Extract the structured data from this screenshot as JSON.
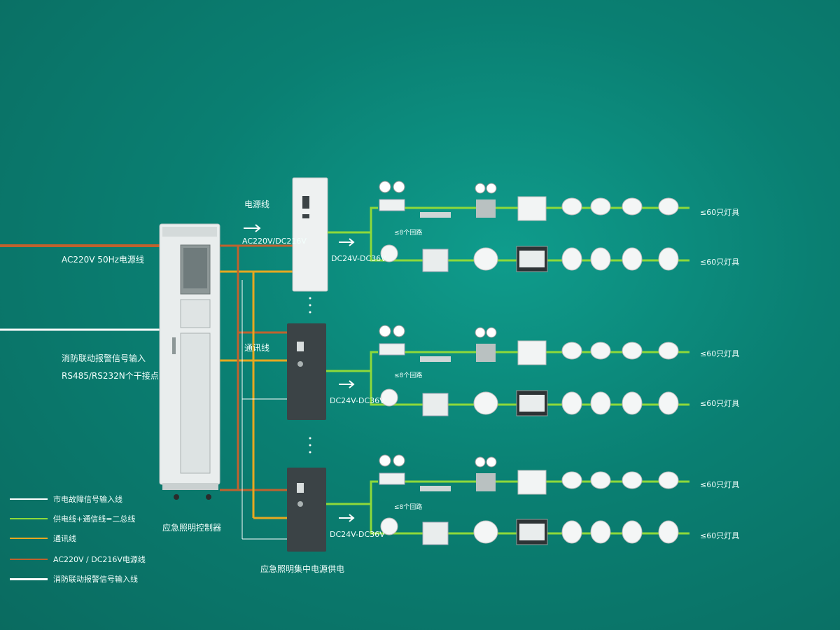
{
  "labels": {
    "mains_input": "AC220V 50Hz电源线",
    "fire_input_1": "消防联动报警信号输入",
    "fire_input_2": "RS485/RS232N个干接点",
    "controller": "应急照明控制器",
    "power_supply": "应急照明集中电源供电",
    "power_line": "电源线",
    "power_voltage": "AC220V/DC216V",
    "comm_line": "通讯线",
    "dc_out_1": "DC24V-DC36V",
    "dc_out_2": "DC24V-DC36V",
    "dc_out_3": "DC24V-DC36V",
    "loops_1": "≤8个回路",
    "loops_2": "≤8个回路",
    "loops_3": "≤8个回路",
    "row_end_1": "≤60只灯具",
    "row_end_2": "≤60只灯具",
    "row_end_3": "≤60只灯具",
    "row_end_4": "≤60只灯具",
    "row_end_5": "≤60只灯具",
    "row_end_6": "≤60只灯具"
  },
  "legend": [
    {
      "label": "市电故障信号输入线",
      "color": "#ffffff"
    },
    {
      "label": "供电线+通信线=二总线",
      "color": "#8ed93a"
    },
    {
      "label": "通讯线",
      "color": "#e6a820"
    },
    {
      "label": "AC220V / DC216V电源线",
      "color": "#c0622e"
    },
    {
      "label": "消防联动报警信号输入线",
      "color": "#ffffff"
    }
  ],
  "colors": {
    "bus_line": "#8ed93a",
    "comm_line": "#e6a820",
    "power_line": "#c0622e",
    "signal_line": "#ffffff",
    "cabinet": "#e8ecec",
    "dark_box": "#3b4346"
  }
}
